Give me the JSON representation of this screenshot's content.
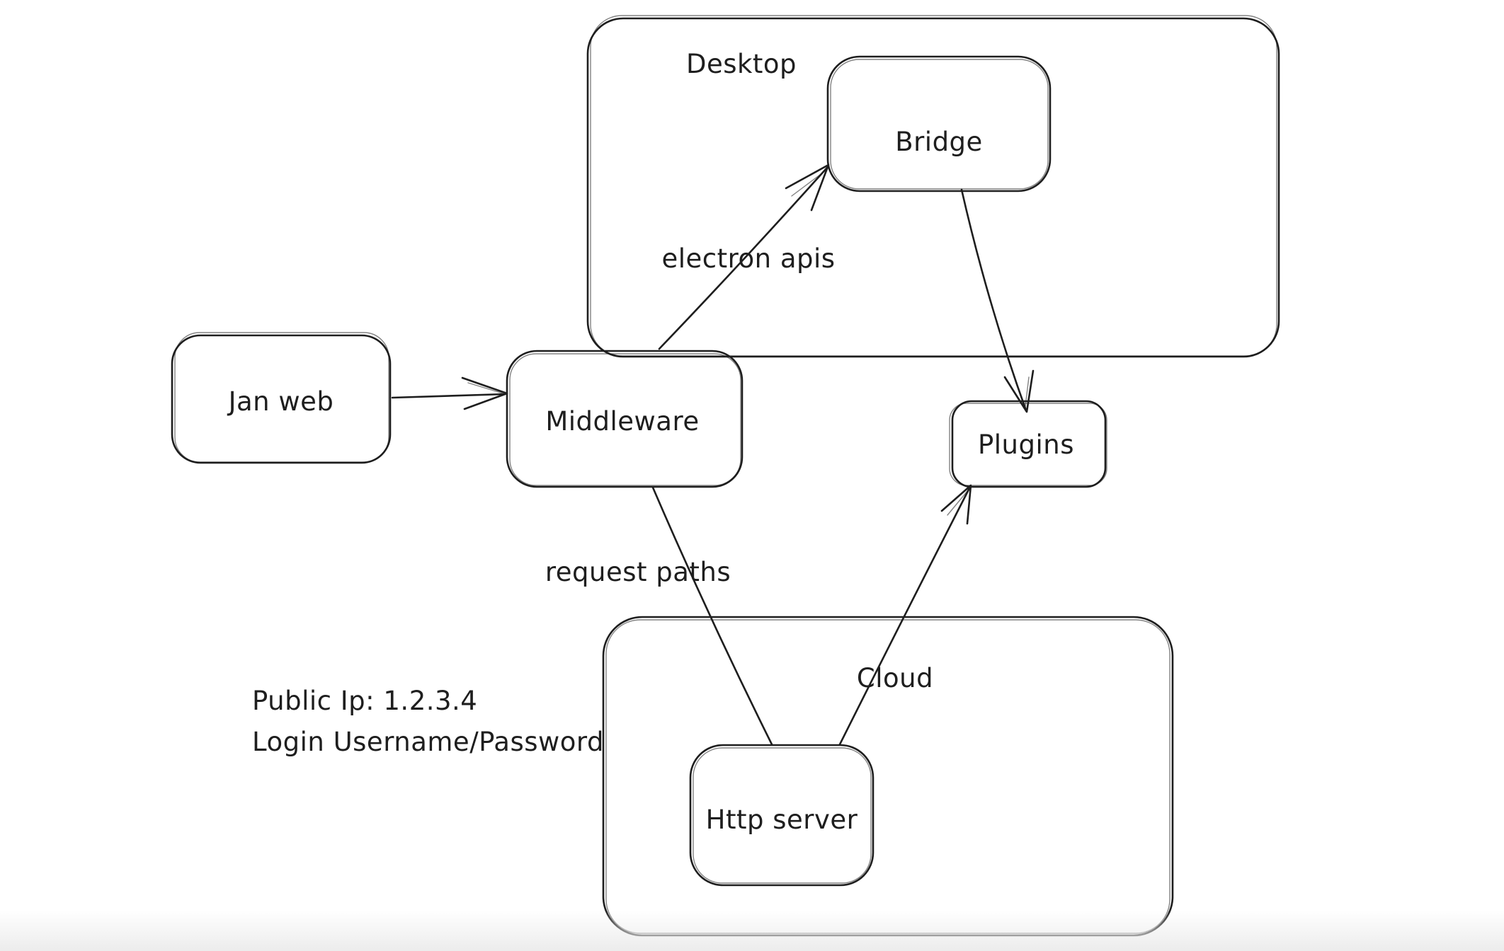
{
  "colors": {
    "ink": "#1e1e1e",
    "background": "#ffffff",
    "bottom_fade": "#ececec"
  },
  "containers": {
    "desktop": {
      "label": "Desktop"
    },
    "cloud": {
      "label": "Cloud"
    }
  },
  "nodes": {
    "jan_web": {
      "label": "Jan web"
    },
    "middleware": {
      "label": "Middleware"
    },
    "bridge": {
      "label": "Bridge"
    },
    "plugins": {
      "label": "Plugins"
    },
    "http_server": {
      "label": "Http server"
    }
  },
  "edges": {
    "jan_web_to_middleware": {
      "from": "Jan web",
      "to": "Middleware",
      "label": "",
      "arrowhead": "end"
    },
    "middleware_to_bridge": {
      "from": "Middleware",
      "to": "Bridge",
      "label": "electron apis",
      "arrowhead": "end"
    },
    "bridge_to_plugins": {
      "from": "Bridge",
      "to": "Plugins",
      "label": "",
      "arrowhead": "end"
    },
    "middleware_to_http_server": {
      "from": "Middleware",
      "to": "Http server",
      "label": "request paths",
      "arrowhead": "none"
    },
    "http_server_to_plugins": {
      "from": "Http server",
      "to": "Plugins",
      "label": "",
      "arrowhead": "end"
    }
  },
  "annotations": {
    "public_ip": "Public Ip: 1.2.3.4",
    "login": "Login Username/Password"
  }
}
